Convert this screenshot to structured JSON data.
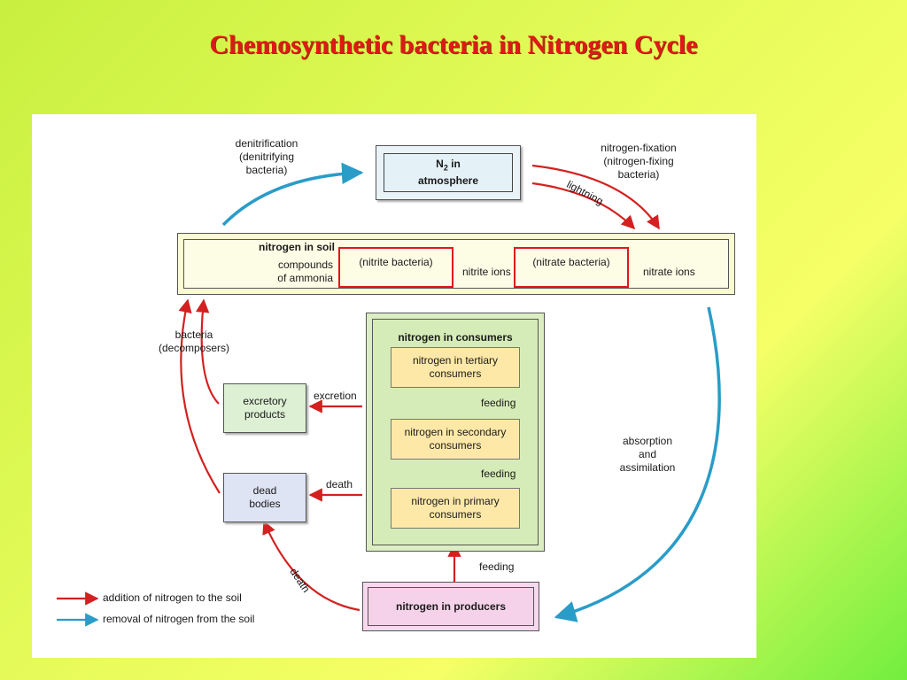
{
  "title": "Chemosynthetic bacteria in Nitrogen Cycle",
  "colors": {
    "title": "#e01818",
    "addition": "#d42020",
    "removal": "#2a9cc8"
  },
  "diagram": {
    "atmosphere": {
      "n": "N",
      "sub": "2",
      "line1": " in",
      "line2": "atmosphere"
    },
    "soil": {
      "title": "nitrogen in soil",
      "ammonia": "compounds\nof ammonia",
      "nitrite_bacteria": "(nitrite bacteria)",
      "nitrite_ions": "nitrite ions",
      "nitrate_bacteria": "(nitrate bacteria)",
      "nitrate_ions": "nitrate ions"
    },
    "consumers": {
      "title": "nitrogen in consumers",
      "tertiary": "nitrogen in tertiary\nconsumers",
      "secondary": "nitrogen  in secondary\nconsumers",
      "primary": "nitrogen  in primary\nconsumers"
    },
    "producers": "nitrogen in producers",
    "excretory": "excretory\nproducts",
    "dead_bodies": "dead\nbodies",
    "labels": {
      "denitrification": "denitrification\n(denitrifying\nbacteria)",
      "fixation": "nitrogen-fixation\n(nitrogen-fixing\nbacteria)",
      "lightning": "lightning",
      "decomposers": "bacteria\n(decomposers)",
      "excretion": "excretion",
      "death_upper": "death",
      "death_lower": "death",
      "feeding_1": "feeding",
      "feeding_2": "feeding",
      "feeding_3": "feeding",
      "absorption": "absorption\nand\nassimilation"
    },
    "legend": {
      "addition": "addition of nitrogen to the soil",
      "removal": "removal of nitrogen from the soil"
    }
  }
}
